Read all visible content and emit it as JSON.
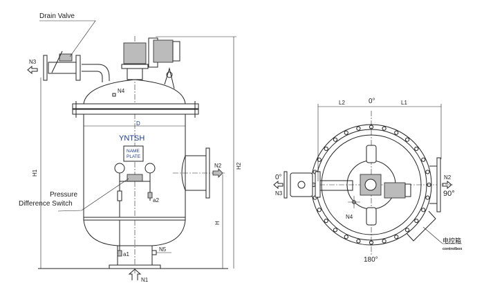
{
  "front_view": {
    "drain_valve_label": "Drain Valve",
    "model_label": "YNTSH",
    "name_plate_line1": "NAME",
    "name_plate_line2": "PLATE",
    "pressure_switch_line1": "Pressure",
    "pressure_switch_line2": "Difference Switch",
    "n1": "N1",
    "n2": "N2",
    "n3": "N3",
    "n4": "N4",
    "n5": "N5",
    "a1": "a1",
    "a2": "a2",
    "dim_d": "D",
    "dim_h": "H",
    "dim_h1": "H1",
    "dim_h2": "H2"
  },
  "top_view": {
    "angle_top": "0°",
    "angle_left": "0°",
    "angle_right": "90°",
    "angle_bottom": "180°",
    "dim_l1": "L1",
    "dim_l2": "L2",
    "n2": "N2",
    "n3": "N3",
    "n4": "N4",
    "control_box_cn": "电控箱",
    "control_box_en": "controlbox"
  }
}
